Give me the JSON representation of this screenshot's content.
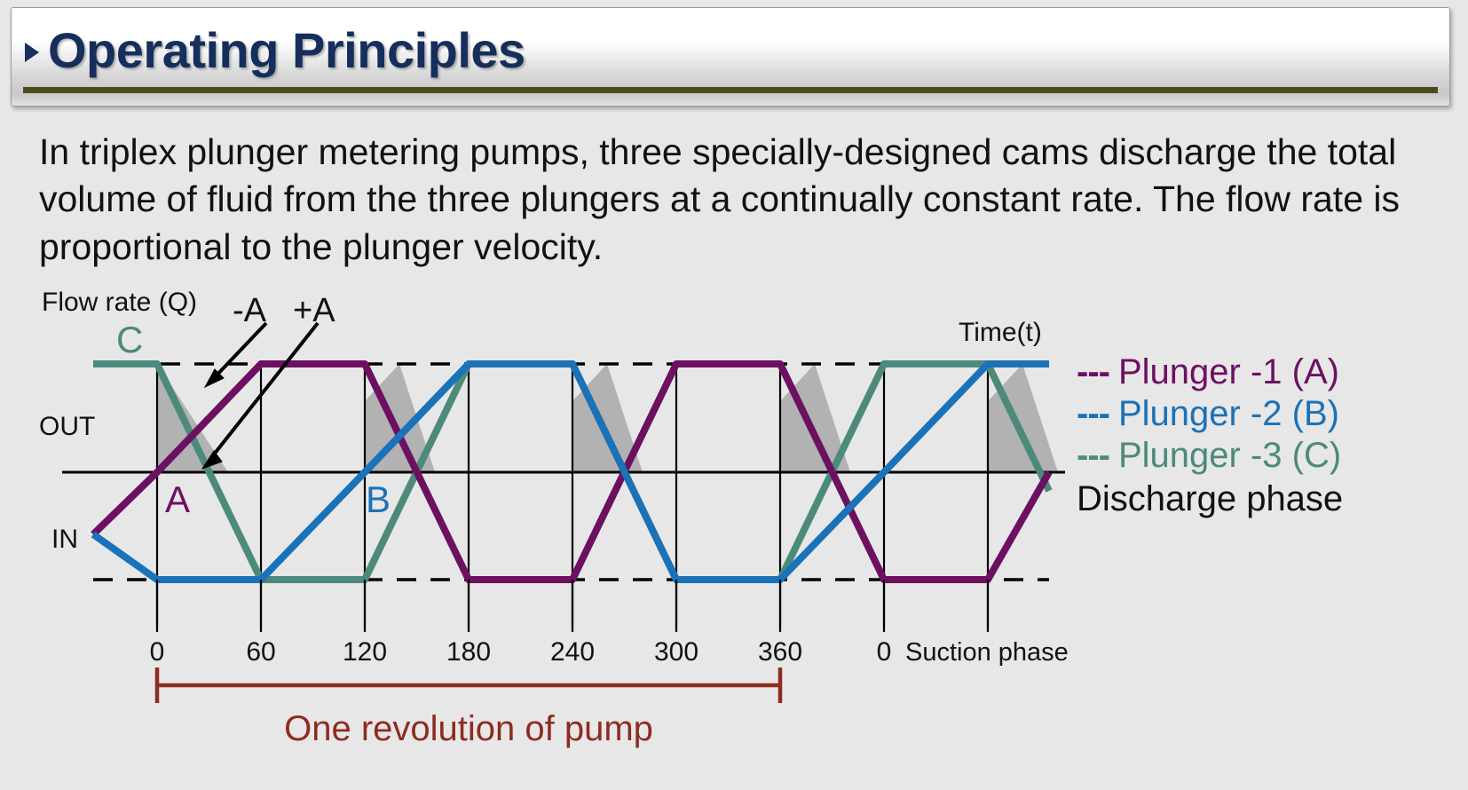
{
  "slide": {
    "title": "Operating Principles",
    "bullet_icon": "triangle-right-icon",
    "title_color": "#152e5c",
    "accent_color": "#4f4a1e",
    "background_color": "#e7e7e7",
    "body_text": "In triplex plunger metering pumps, three specially-designed cams discharge the total volume of fluid from the three plungers at a continually constant rate. The flow rate is proportional to the plunger velocity."
  },
  "legend": {
    "dash_glyph": "---",
    "items": [
      {
        "label": "Plunger -1 (A)",
        "color": "#6d1062"
      },
      {
        "label": "Plunger -2 (B)",
        "color": "#1a72b8"
      },
      {
        "label": "Plunger -3 (C)",
        "color": "#4c8a7b"
      }
    ],
    "discharge_label": "Discharge phase"
  },
  "chart_annotations": {
    "y_axis_title": "Flow rate (Q)",
    "x_axis_title": "Time(t)",
    "out_label": "OUT",
    "in_label": "IN",
    "minus_a_label": "-A",
    "plus_a_label": "+A",
    "curve_label_a": "A",
    "curve_label_b": "B",
    "curve_label_c": "C",
    "suction_label": "Suction phase",
    "revolution_label": "One revolution of pump",
    "revolution_color": "#8e2b20"
  },
  "chart_data": {
    "type": "line",
    "title": "Triplex plunger pump flow rate vs time",
    "xlabel": "Time(t)",
    "ylabel": "Flow rate (Q)",
    "x_tick_labels": [
      "0",
      "60",
      "120",
      "180",
      "240",
      "300",
      "360",
      "0"
    ],
    "x_tick_degrees": [
      0,
      60,
      120,
      180,
      240,
      300,
      360,
      420
    ],
    "xlim": [
      -60,
      480
    ],
    "ylim": [
      -1.25,
      1.25
    ],
    "y_tick_labels": [
      "OUT",
      "IN"
    ],
    "grid": true,
    "legend_position": "right",
    "waveform": "trapezoid",
    "period_degrees": 360,
    "ramp_degrees": 120,
    "plateau_degrees": 60,
    "top_level": 1,
    "bottom_level": -1,
    "dashed_reference_levels": [
      1,
      -1
    ],
    "zero_axis": 0,
    "shaded_region_name": "Discharge phase",
    "shaded_region_color": "#b0b0b0",
    "series": [
      {
        "name": "Plunger -1 (A)",
        "color": "#6d1062",
        "phase_offset_degrees": -60,
        "points_degrees_value": [
          [
            -60,
            -1
          ],
          [
            -55,
            -1
          ],
          [
            0,
            0
          ],
          [
            60,
            1
          ],
          [
            120,
            1
          ],
          [
            180,
            0
          ],
          [
            240,
            -1
          ],
          [
            300,
            -1
          ],
          [
            360,
            0
          ],
          [
            420,
            1
          ],
          [
            480,
            1
          ]
        ]
      },
      {
        "name": "Plunger -2 (B)",
        "color": "#1a72b8",
        "phase_offset_degrees": 60,
        "points_degrees_value": [
          [
            -60,
            0
          ],
          [
            0,
            -1
          ],
          [
            60,
            -1
          ],
          [
            120,
            0
          ],
          [
            180,
            1
          ],
          [
            240,
            1
          ],
          [
            300,
            0
          ],
          [
            360,
            -1
          ],
          [
            420,
            -1
          ],
          [
            480,
            0
          ]
        ]
      },
      {
        "name": "Plunger -3 (C)",
        "color": "#4c8a7b",
        "phase_offset_degrees": 180,
        "points_degrees_value": [
          [
            -60,
            1
          ],
          [
            0,
            1
          ],
          [
            60,
            0
          ],
          [
            120,
            -1
          ],
          [
            180,
            -1
          ],
          [
            240,
            0
          ],
          [
            300,
            1
          ],
          [
            360,
            1
          ],
          [
            420,
            0
          ],
          [
            480,
            -1
          ]
        ]
      }
    ]
  }
}
